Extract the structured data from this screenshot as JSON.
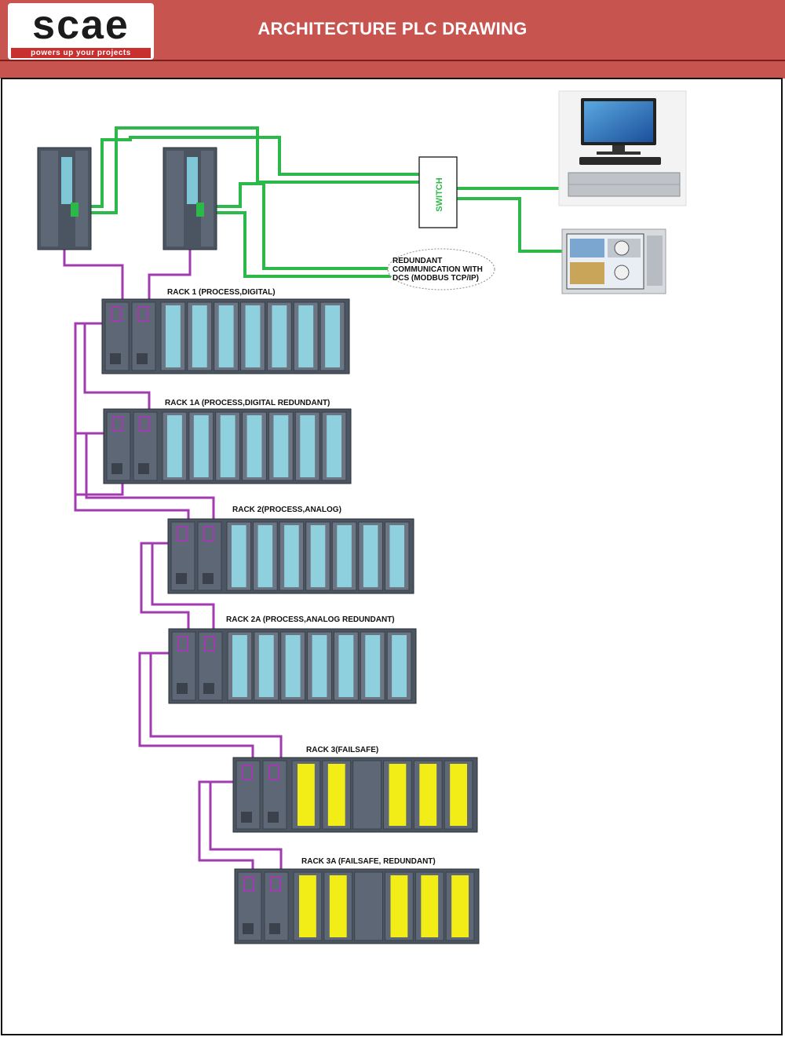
{
  "header": {
    "title": "ARCHITECTURE PLC DRAWING",
    "logo_text": "scae",
    "logo_tagline": "powers up your projects",
    "background_color": "#c85450"
  },
  "network": {
    "switch_label": "SWITCH",
    "dcs_line1": "REDUNDANT",
    "dcs_line2": "COMMUNICATION WITH",
    "dcs_line3": "DCS (MODBUS TCP/IP)",
    "ethernet_color": "#2db84a",
    "profibus_color": "#a23bb0"
  },
  "racks": [
    {
      "label": "RACK 1  (PROCESS,DIGITAL)"
    },
    {
      "label": "RACK 1A (PROCESS,DIGITAL REDUNDANT)"
    },
    {
      "label": "RACK 2(PROCESS,ANALOG)"
    },
    {
      "label": "RACK 2A (PROCESS,ANALOG REDUNDANT)"
    },
    {
      "label": "RACK 3(FAILSAFE)"
    },
    {
      "label": "RACK 3A (FAILSAFE, REDUNDANT)"
    }
  ]
}
